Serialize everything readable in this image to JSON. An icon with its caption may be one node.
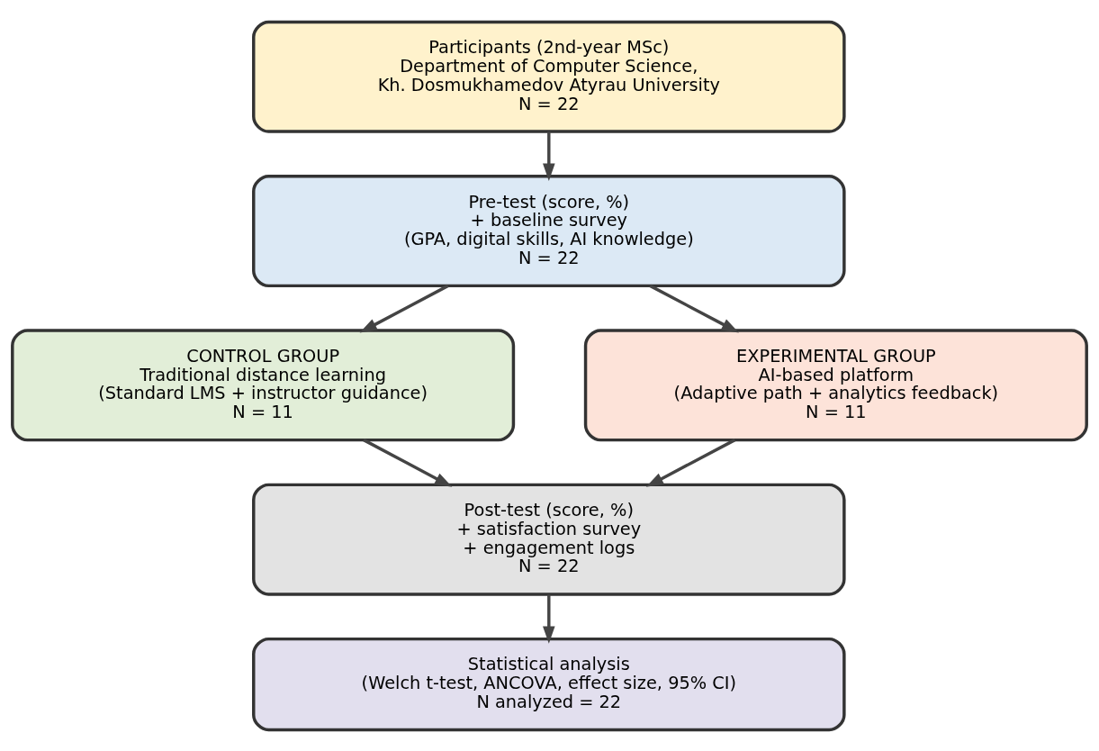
{
  "diagram": {
    "nodes": [
      {
        "text": [
          "Participants (2nd-year MSc)",
          "Department of Computer Science,",
          "Kh. Dosmukhamedov Atyrau University",
          "N = 22"
        ]
      },
      {
        "text": [
          "Pre-test (score, %)",
          "+ baseline survey",
          "(GPA, digital skills, AI knowledge)",
          "N = 22"
        ]
      },
      {
        "text": [
          "CONTROL GROUP",
          "Traditional distance learning",
          "(Standard LMS + instructor guidance)",
          "N = 11"
        ]
      },
      {
        "text": [
          "EXPERIMENTAL GROUP",
          "AI-based platform",
          "(Adaptive path + analytics feedback)",
          "N = 11"
        ]
      },
      {
        "text": [
          "Post-test (score, %)",
          "+ satisfaction survey",
          "+ engagement logs",
          "N = 22"
        ]
      },
      {
        "text": [
          "Statistical analysis",
          "(Welch t-test, ANCOVA, effect size, 95% CI)",
          "N analyzed = 22"
        ]
      }
    ],
    "edges": [
      {
        "from": 0,
        "to": 1,
        "arrow": "to"
      },
      {
        "from": 1,
        "to": 2,
        "arrow": "to"
      },
      {
        "from": 1,
        "to": 3,
        "arrow": "to"
      },
      {
        "from": 2,
        "to": 4,
        "arrow": "to"
      },
      {
        "from": 3,
        "to": 4,
        "arrow": "to"
      },
      {
        "from": 4,
        "to": 5,
        "arrow": "to"
      }
    ]
  }
}
